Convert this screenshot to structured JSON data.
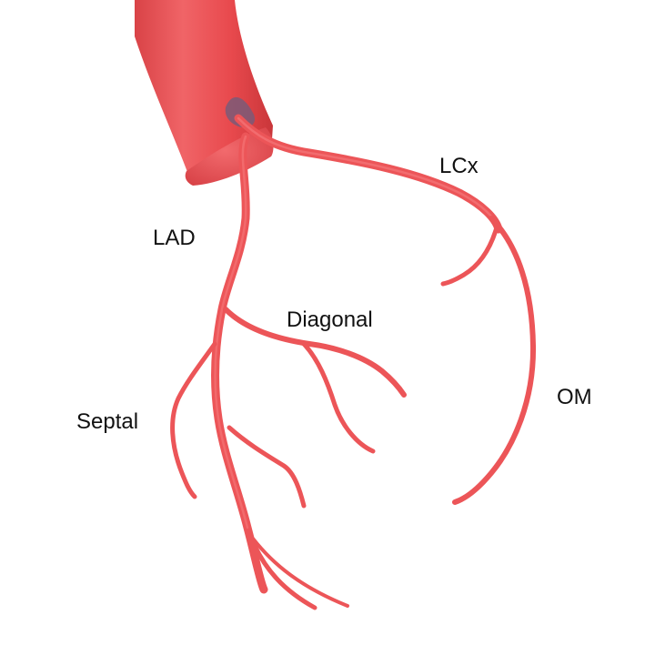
{
  "labels": {
    "lcx": "LCx",
    "lad": "LAD",
    "diagonal": "Diagonal",
    "om": "OM",
    "septal": "Septal"
  },
  "colors": {
    "vessel": "#ec5558",
    "vessel_shadow": "#c93a3e",
    "vessel_highlight": "#f77c7e",
    "ostium": "#7a5a78",
    "text": "#111111",
    "background": "#ffffff"
  }
}
